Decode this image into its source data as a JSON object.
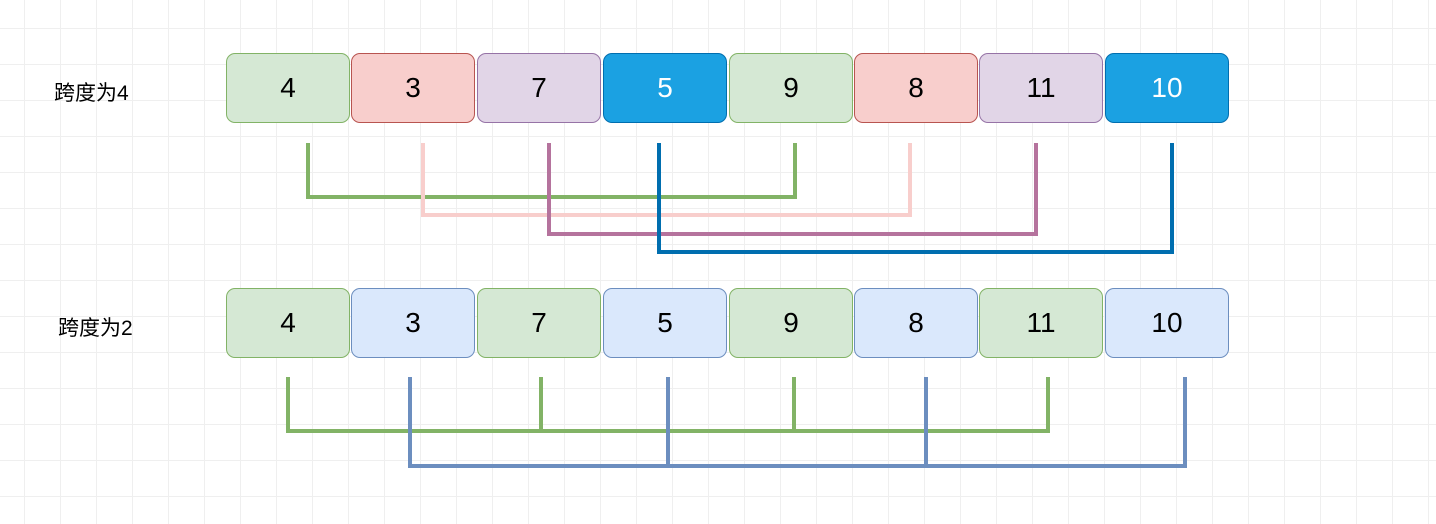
{
  "rows": [
    {
      "label": "跨度为4",
      "cells": [
        {
          "value": "4",
          "group": 0
        },
        {
          "value": "3",
          "group": 1
        },
        {
          "value": "7",
          "group": 2
        },
        {
          "value": "5",
          "group": 3
        },
        {
          "value": "9",
          "group": 0
        },
        {
          "value": "8",
          "group": 1
        },
        {
          "value": "11",
          "group": 2
        },
        {
          "value": "10",
          "group": 3
        }
      ],
      "groups": [
        {
          "fill": "#d5e8d4",
          "border": "#82b366",
          "text": "#000000",
          "line": "#82b366"
        },
        {
          "fill": "#f8cecc",
          "border": "#b85450",
          "text": "#000000",
          "line": "#f8cecc"
        },
        {
          "fill": "#e1d5e7",
          "border": "#9673a6",
          "text": "#000000",
          "line": "#b5739d"
        },
        {
          "fill": "#1ba1e2",
          "border": "#006eaf",
          "text": "#ffffff",
          "line": "#006eaf"
        }
      ]
    },
    {
      "label": "跨度为2",
      "cells": [
        {
          "value": "4",
          "group": 0
        },
        {
          "value": "3",
          "group": 1
        },
        {
          "value": "7",
          "group": 0
        },
        {
          "value": "5",
          "group": 1
        },
        {
          "value": "9",
          "group": 0
        },
        {
          "value": "8",
          "group": 1
        },
        {
          "value": "11",
          "group": 0
        },
        {
          "value": "10",
          "group": 1
        }
      ],
      "groups": [
        {
          "fill": "#d5e8d4",
          "border": "#82b366",
          "text": "#000000",
          "line": "#82b366"
        },
        {
          "fill": "#dae8fc",
          "border": "#6c8ebf",
          "text": "#000000",
          "line": "#6c8ebf"
        }
      ]
    }
  ]
}
